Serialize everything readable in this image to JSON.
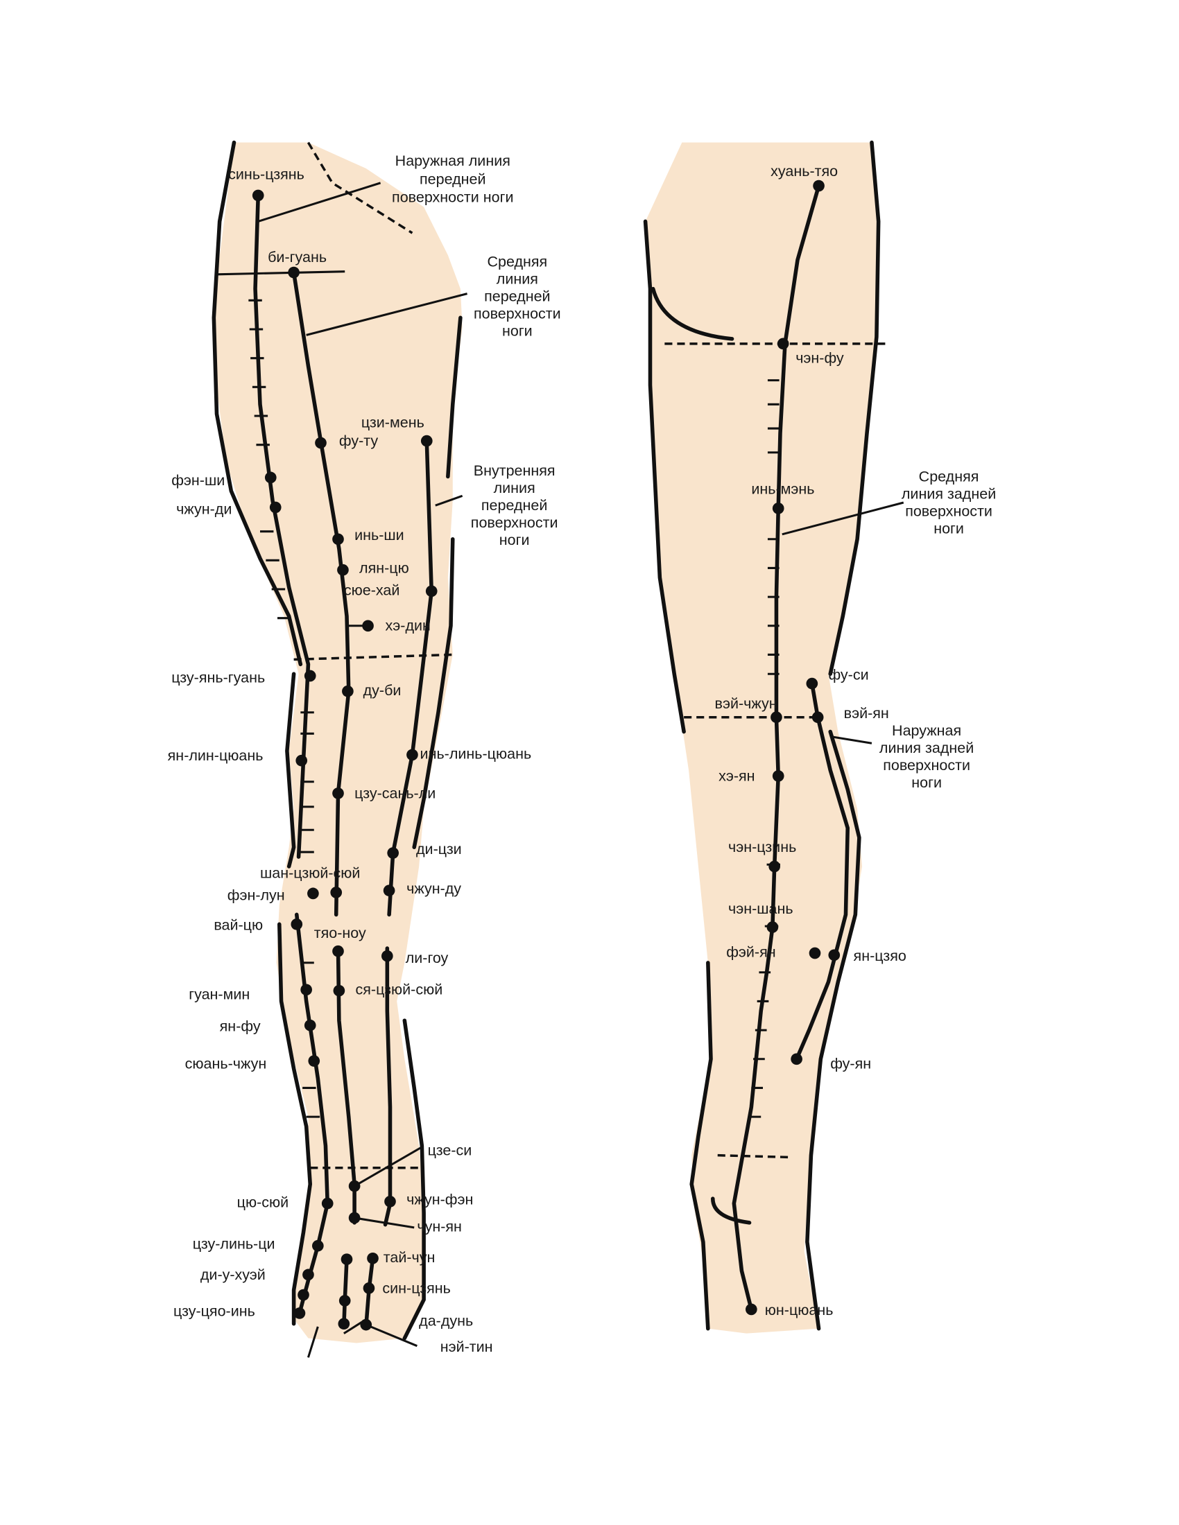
{
  "colors": {
    "skin": "#f9e4cc",
    "ink": "#111111"
  },
  "front": {
    "annotations": {
      "outer_line": [
        "Наружная линия",
        "передней",
        "поверхности ноги"
      ],
      "middle_line": [
        "Средняя",
        "линия",
        "передней",
        "поверхности",
        "ноги"
      ],
      "inner_line": [
        "Внутренняя",
        "линия",
        "передней",
        "поверхности",
        "ноги"
      ]
    },
    "points": [
      "синь-цзянь",
      "би-гуань",
      "цзи-мень",
      "фу-ту",
      "фэн-ши",
      "чжун-ди",
      "инь-ши",
      "лян-цю",
      "сюе-хай",
      "хэ-дин",
      "цзу-янь-гуань",
      "ду-би",
      "ян-лин-цюань",
      "инь-линь-цюань",
      "цзу-сань-ли",
      "ди-цзи",
      "шан-цзюй-сюй",
      "фэн-лун",
      "чжун-ду",
      "вай-цю",
      "тяо-ноу",
      "ли-гоу",
      "гуан-мин",
      "ся-цзюй-сюй",
      "ян-фу",
      "сюань-чжун",
      "цзе-си",
      "цю-сюй",
      "чжун-фэн",
      "чун-ян",
      "цзу-линь-ци",
      "тай-чун",
      "ди-у-хуэй",
      "син-цзянь",
      "цзу-цяо-инь",
      "да-дунь",
      "нэй-тин"
    ]
  },
  "back": {
    "annotations": {
      "middle_line": [
        "Средняя",
        "линия задней",
        "поверхности",
        "ноги"
      ],
      "outer_line": [
        "Наружная",
        "линия задней",
        "поверхности",
        "ноги"
      ]
    },
    "points": [
      "хуань-тяо",
      "чэн-фу",
      "инь-мэнь",
      "фу-си",
      "вэй-чжун",
      "вэй-ян",
      "хэ-ян",
      "чэн-цзинь",
      "чэн-шань",
      "фэй-ян",
      "ян-цзяо",
      "фу-ян",
      "юн-цюань"
    ]
  }
}
